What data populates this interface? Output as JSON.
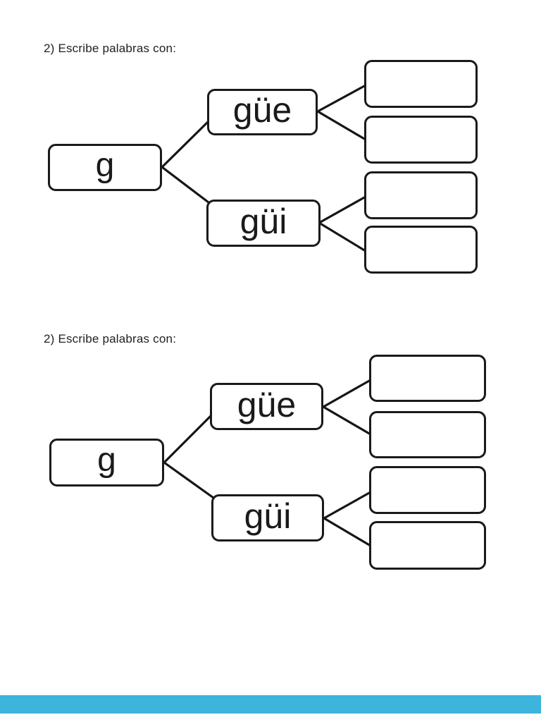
{
  "document": {
    "background": "#ffffff",
    "border_color": "#1a1a1a",
    "bottom_bar_color": "#3cb4dc"
  },
  "sections": [
    {
      "instruction": "2) Escribe palabras con:",
      "root_label": "g",
      "branches": [
        {
          "label": "güe",
          "answers": [
            "",
            ""
          ]
        },
        {
          "label": "güi",
          "answers": [
            "",
            ""
          ]
        }
      ]
    },
    {
      "instruction": "2) Escribe palabras con:",
      "root_label": "g",
      "branches": [
        {
          "label": "güe",
          "answers": [
            "",
            ""
          ]
        },
        {
          "label": "güi",
          "answers": [
            "",
            ""
          ]
        }
      ]
    }
  ]
}
